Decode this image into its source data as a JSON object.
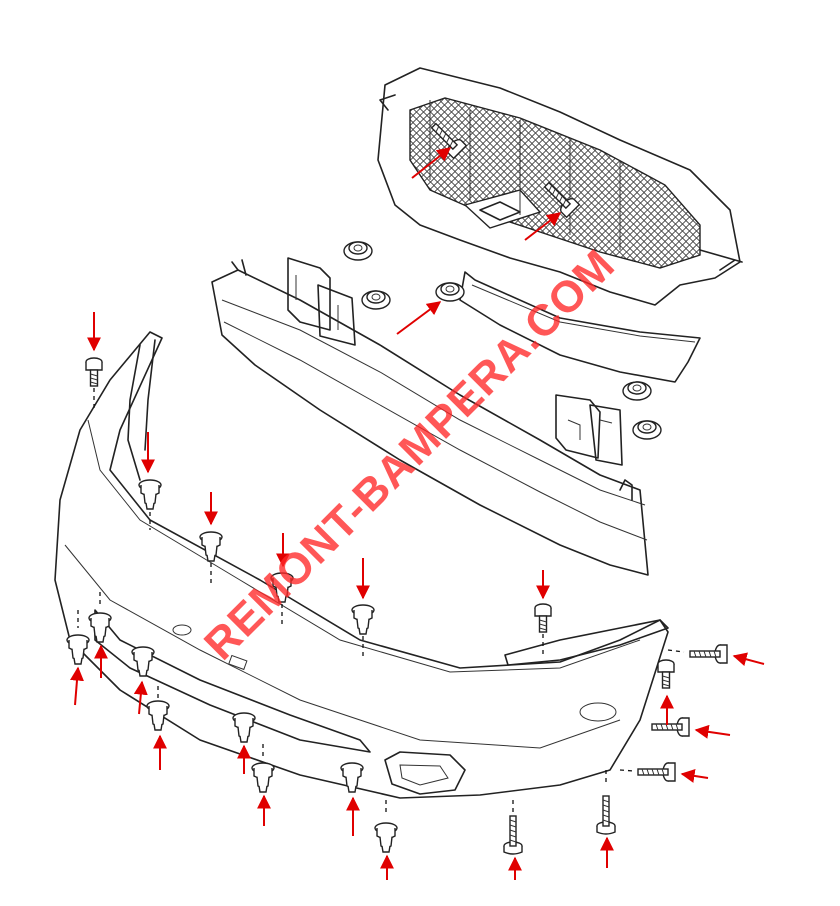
{
  "watermark": {
    "text": "REMONT-BAMPERA.COM",
    "color": "#ff2828"
  },
  "colors": {
    "arrow": "#e00000",
    "line": "#222222",
    "background": "#ffffff"
  },
  "parts": [
    "grille",
    "bumper-reinforcement",
    "mounting-bracket-left",
    "mounting-bracket-right",
    "bumper-cover",
    "upper-trim-strip"
  ],
  "fastener_icons": [
    "push-clip-icon",
    "bolt-icon",
    "screw-icon",
    "nut-icon"
  ]
}
